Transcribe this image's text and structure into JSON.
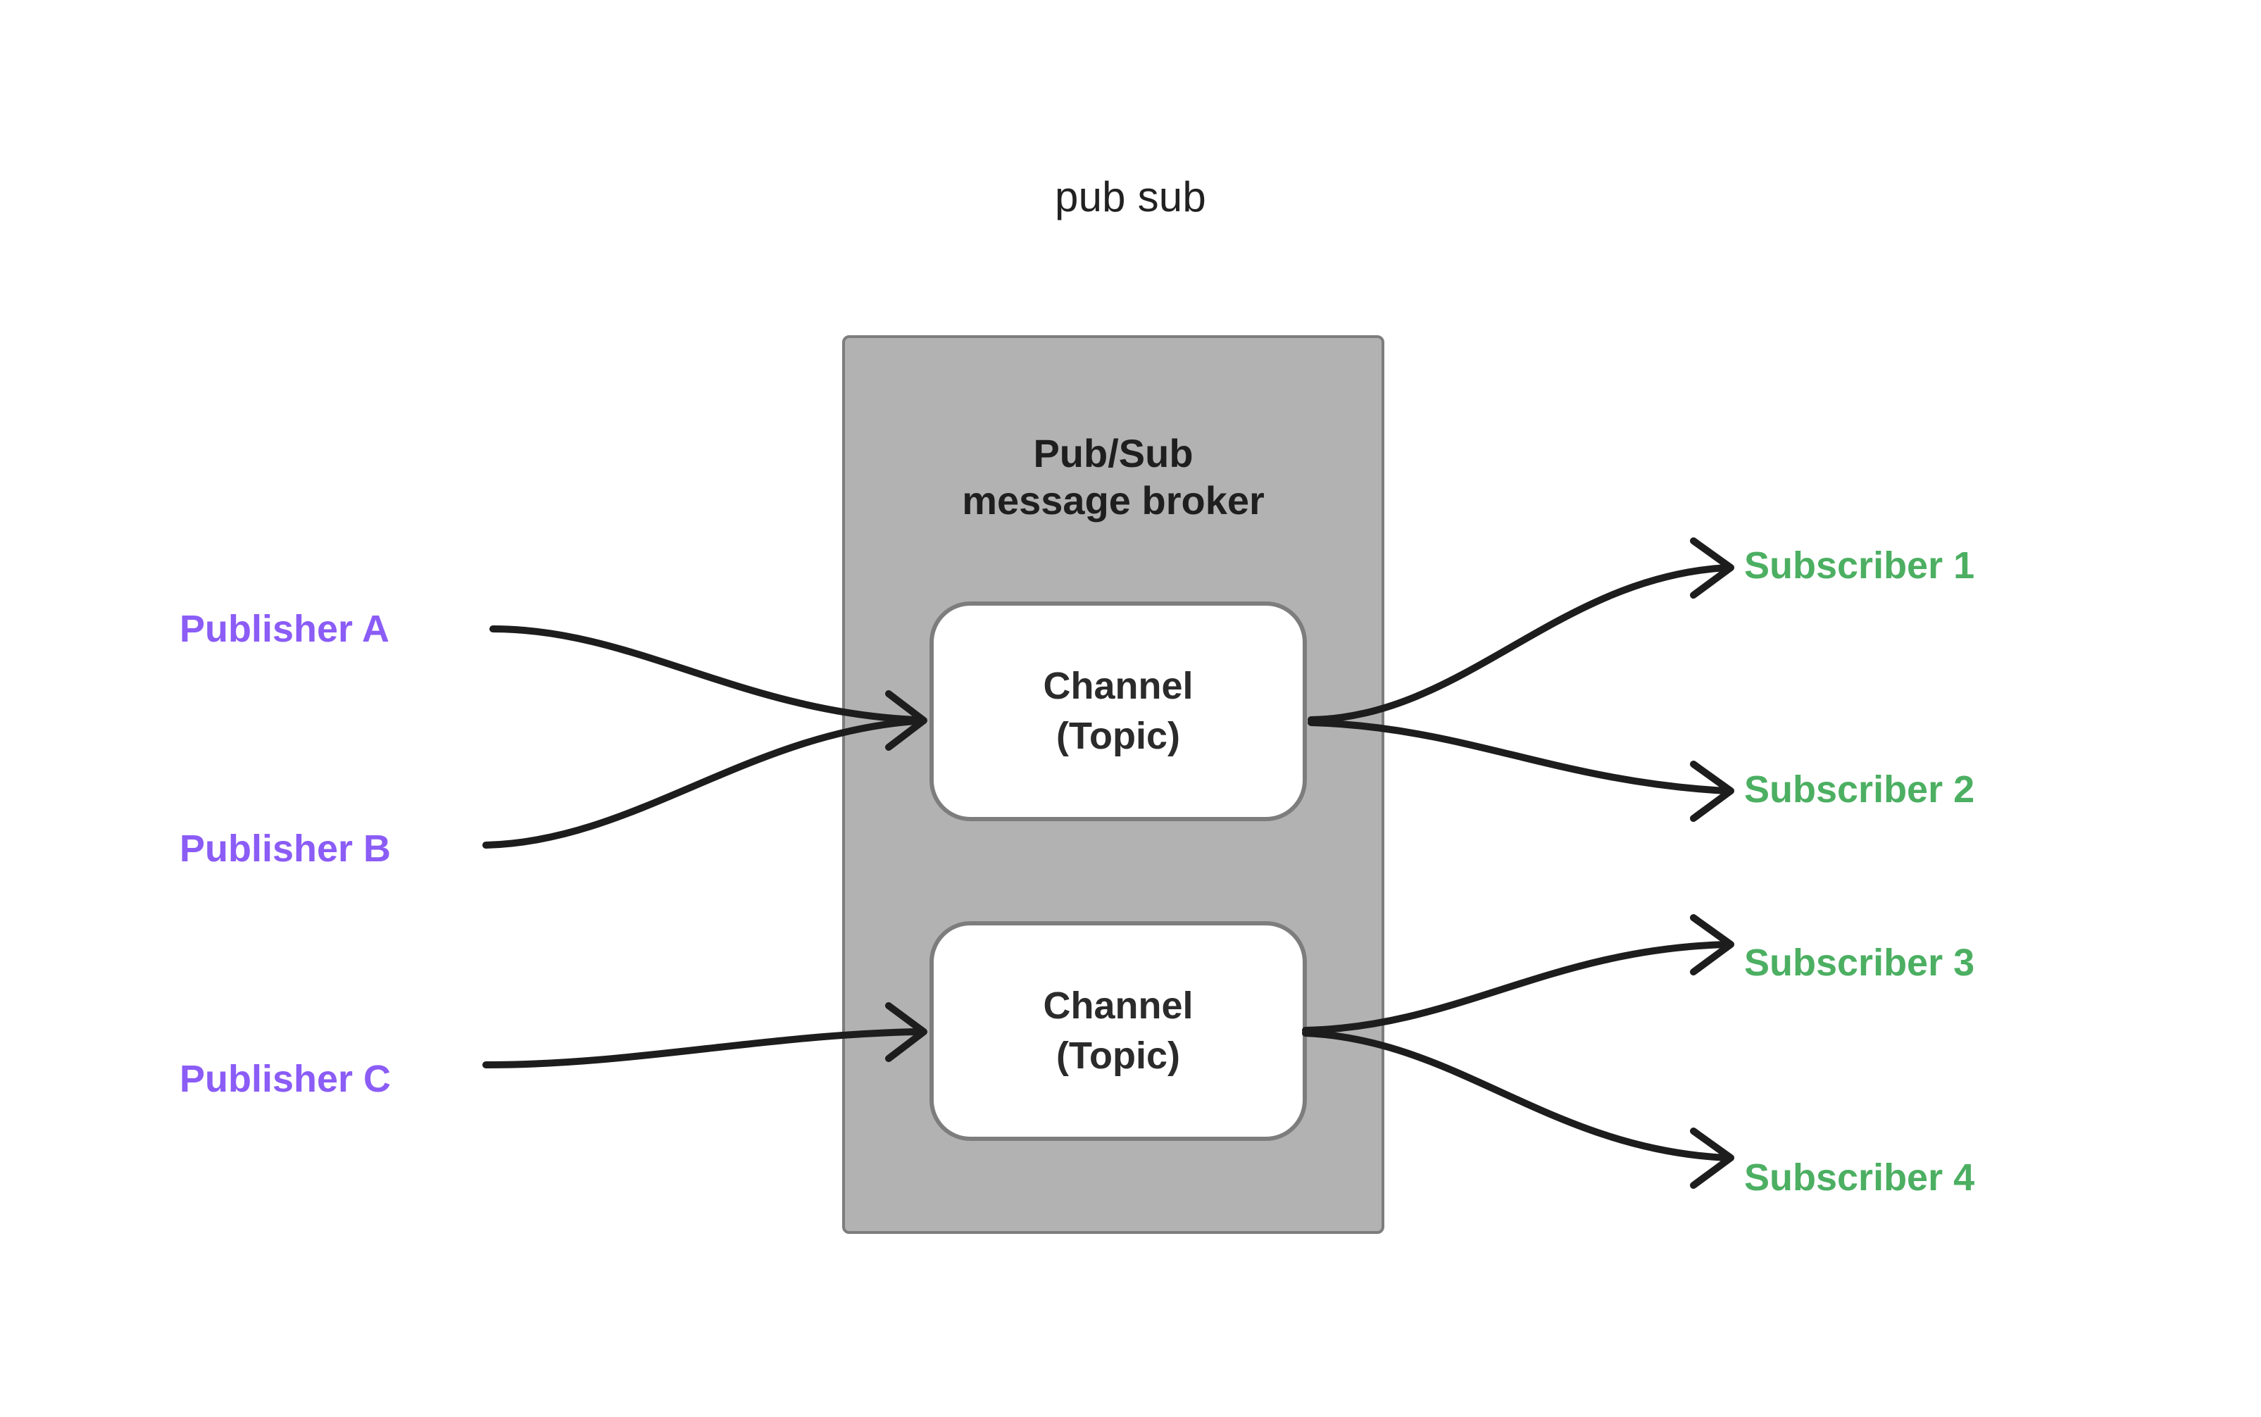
{
  "diagram": {
    "title": "pub sub",
    "title_color": "#212121",
    "background_color": "#ffffff"
  },
  "broker": {
    "title_line1": "Pub/Sub",
    "title_line2": "message broker",
    "fill_color": "#b2b2b2",
    "border_color": "#7d7d7d",
    "text_color": "#1f1f1f"
  },
  "channels": [
    {
      "line1": "Channel",
      "line2": "(Topic)"
    },
    {
      "line1": "Channel",
      "line2": "(Topic)"
    }
  ],
  "publishers": [
    {
      "label": "Publisher A"
    },
    {
      "label": "Publisher B"
    },
    {
      "label": "Publisher C"
    }
  ],
  "subscribers": [
    {
      "label": "Subscriber 1"
    },
    {
      "label": "Subscriber 2"
    },
    {
      "label": "Subscriber 3"
    },
    {
      "label": "Subscriber 4"
    }
  ],
  "colors": {
    "publisher": "#8b5cf6",
    "subscriber": "#4caf62",
    "channel_fill": "#ffffff",
    "channel_border": "#7d7d7d",
    "arrow": "#1d1d1d"
  }
}
